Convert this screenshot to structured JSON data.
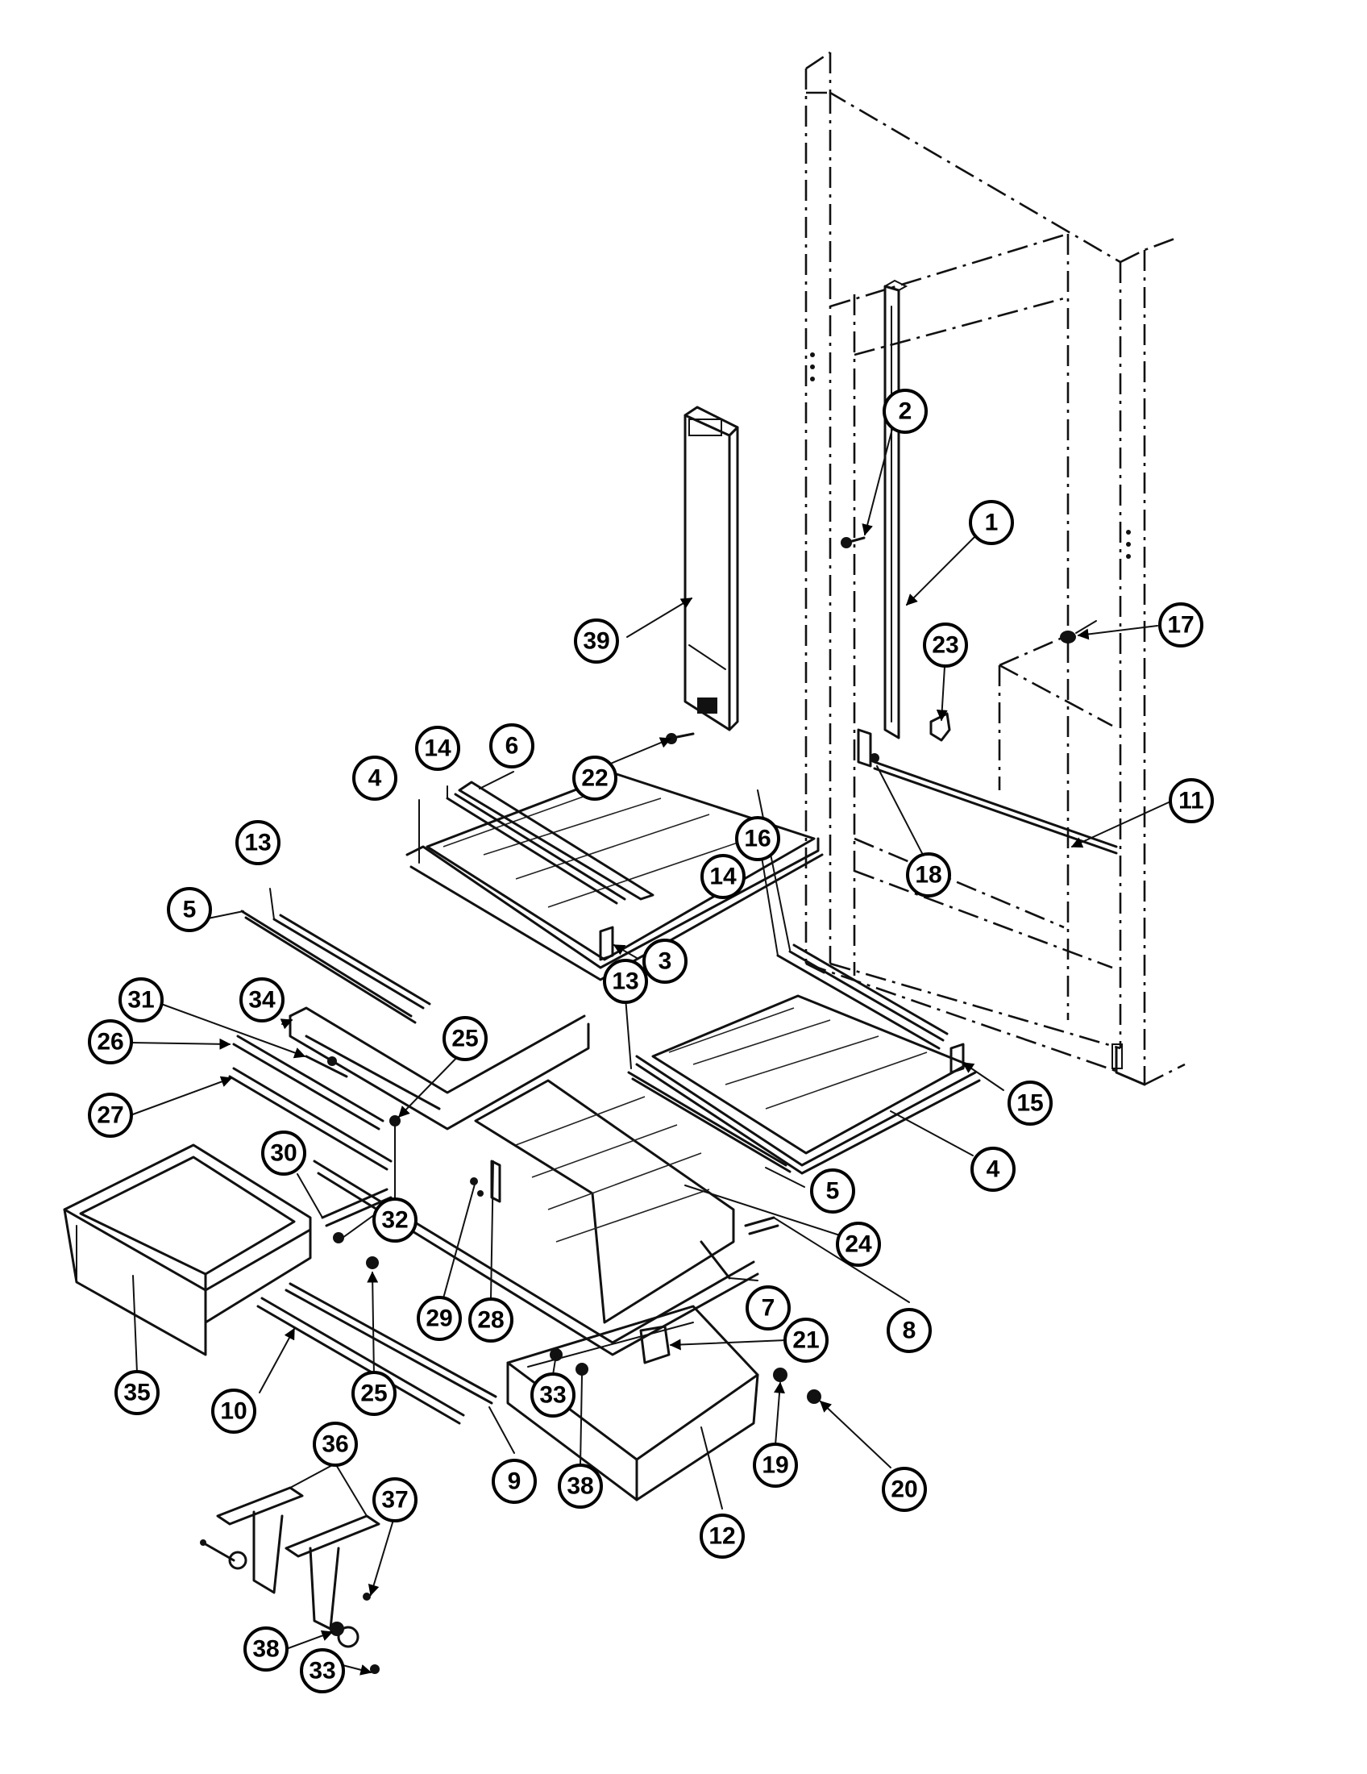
{
  "callouts": [
    {
      "id": "c1",
      "label": "1"
    },
    {
      "id": "c2",
      "label": "2"
    },
    {
      "id": "c3",
      "label": "3"
    },
    {
      "id": "c4a",
      "label": "4"
    },
    {
      "id": "c4b",
      "label": "4"
    },
    {
      "id": "c5a",
      "label": "5"
    },
    {
      "id": "c5b",
      "label": "5"
    },
    {
      "id": "c6",
      "label": "6"
    },
    {
      "id": "c7",
      "label": "7"
    },
    {
      "id": "c8",
      "label": "8"
    },
    {
      "id": "c9",
      "label": "9"
    },
    {
      "id": "c10",
      "label": "10"
    },
    {
      "id": "c11",
      "label": "11"
    },
    {
      "id": "c12",
      "label": "12"
    },
    {
      "id": "c13a",
      "label": "13"
    },
    {
      "id": "c13b",
      "label": "13"
    },
    {
      "id": "c14a",
      "label": "14"
    },
    {
      "id": "c14b",
      "label": "14"
    },
    {
      "id": "c15",
      "label": "15"
    },
    {
      "id": "c16",
      "label": "16"
    },
    {
      "id": "c17",
      "label": "17"
    },
    {
      "id": "c18",
      "label": "18"
    },
    {
      "id": "c19",
      "label": "19"
    },
    {
      "id": "c20",
      "label": "20"
    },
    {
      "id": "c21",
      "label": "21"
    },
    {
      "id": "c22",
      "label": "22"
    },
    {
      "id": "c23",
      "label": "23"
    },
    {
      "id": "c24",
      "label": "24"
    },
    {
      "id": "c25a",
      "label": "25"
    },
    {
      "id": "c25b",
      "label": "25"
    },
    {
      "id": "c26",
      "label": "26"
    },
    {
      "id": "c27",
      "label": "27"
    },
    {
      "id": "c28",
      "label": "28"
    },
    {
      "id": "c29",
      "label": "29"
    },
    {
      "id": "c30",
      "label": "30"
    },
    {
      "id": "c31",
      "label": "31"
    },
    {
      "id": "c32",
      "label": "32"
    },
    {
      "id": "c33a",
      "label": "33"
    },
    {
      "id": "c33b",
      "label": "33"
    },
    {
      "id": "c34",
      "label": "34"
    },
    {
      "id": "c35",
      "label": "35"
    },
    {
      "id": "c36",
      "label": "36"
    },
    {
      "id": "c37",
      "label": "37"
    },
    {
      "id": "c38a",
      "label": "38"
    },
    {
      "id": "c38b",
      "label": "38"
    },
    {
      "id": "c39",
      "label": "39"
    }
  ]
}
